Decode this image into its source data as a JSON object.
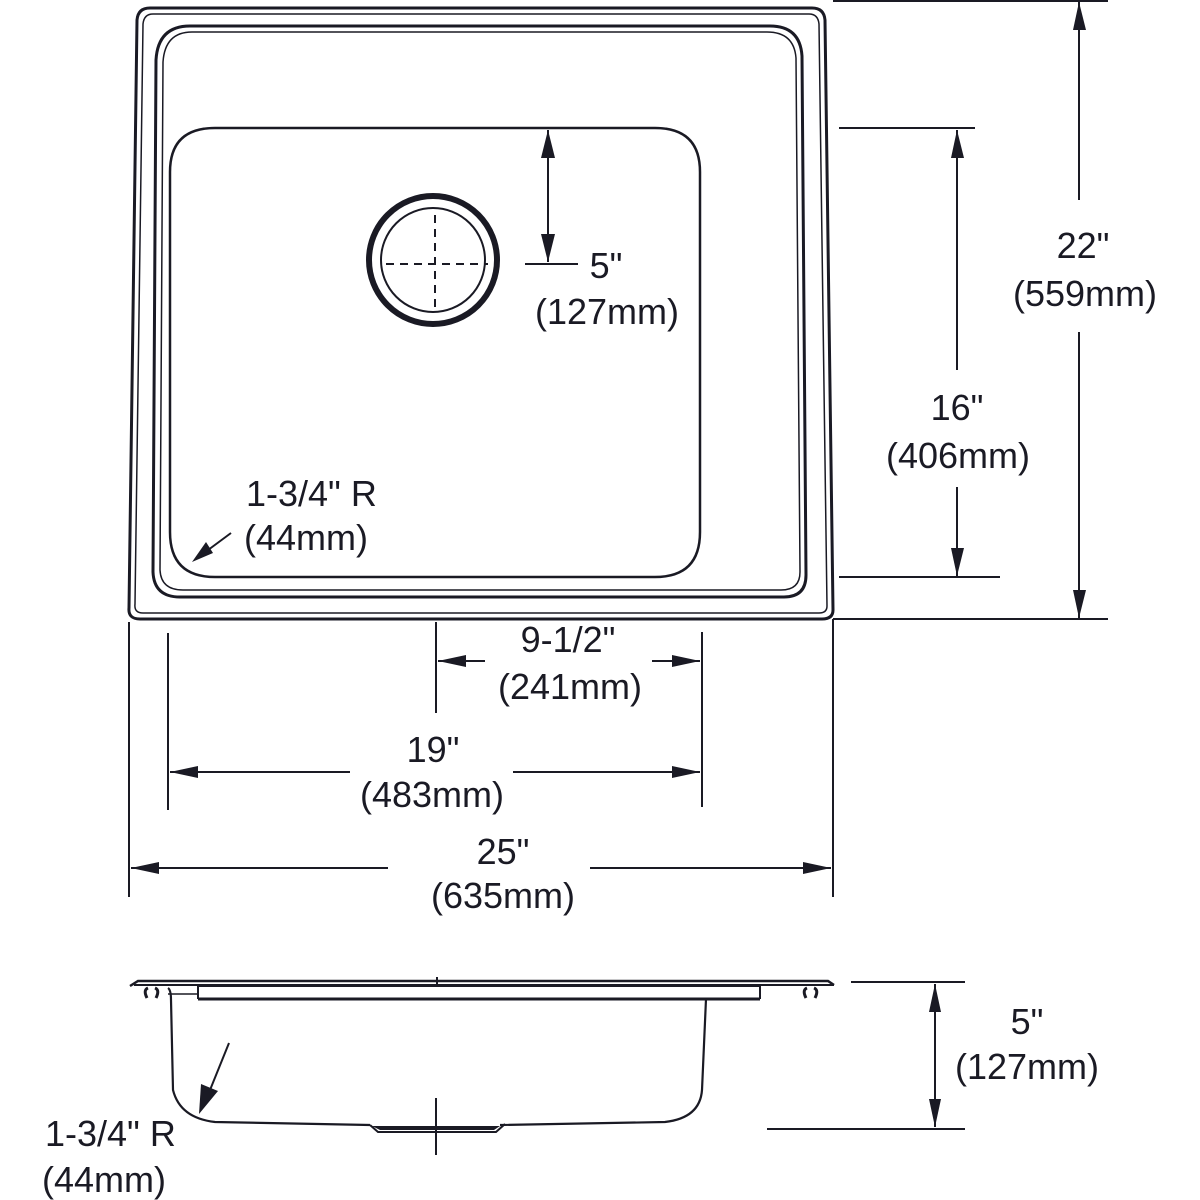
{
  "drawing": {
    "title": "Single bowl drop-in sink dimension drawing",
    "stroke_color": "#1a1a24",
    "background": "#ffffff",
    "views": {
      "plan": {
        "drain_offset": {
          "inches": "5\"",
          "mm": "(127mm)"
        },
        "overall_depth": {
          "inches": "22\"",
          "mm": "(559mm)"
        },
        "bowl_depth": {
          "inches": "16\"",
          "mm": "(406mm)"
        },
        "corner_radius": {
          "inches": "1-3/4\" R",
          "mm": "(44mm)"
        },
        "drain_centerline": {
          "inches": "9-1/2\"",
          "mm": "(241mm)"
        },
        "bowl_width": {
          "inches": "19\"",
          "mm": "(483mm)"
        },
        "overall_width": {
          "inches": "25\"",
          "mm": "(635mm)"
        }
      },
      "section": {
        "bowl_height": {
          "inches": "5\"",
          "mm": "(127mm)"
        },
        "corner_radius": {
          "inches": "1-3/4\" R",
          "mm": "(44mm)"
        }
      }
    }
  }
}
